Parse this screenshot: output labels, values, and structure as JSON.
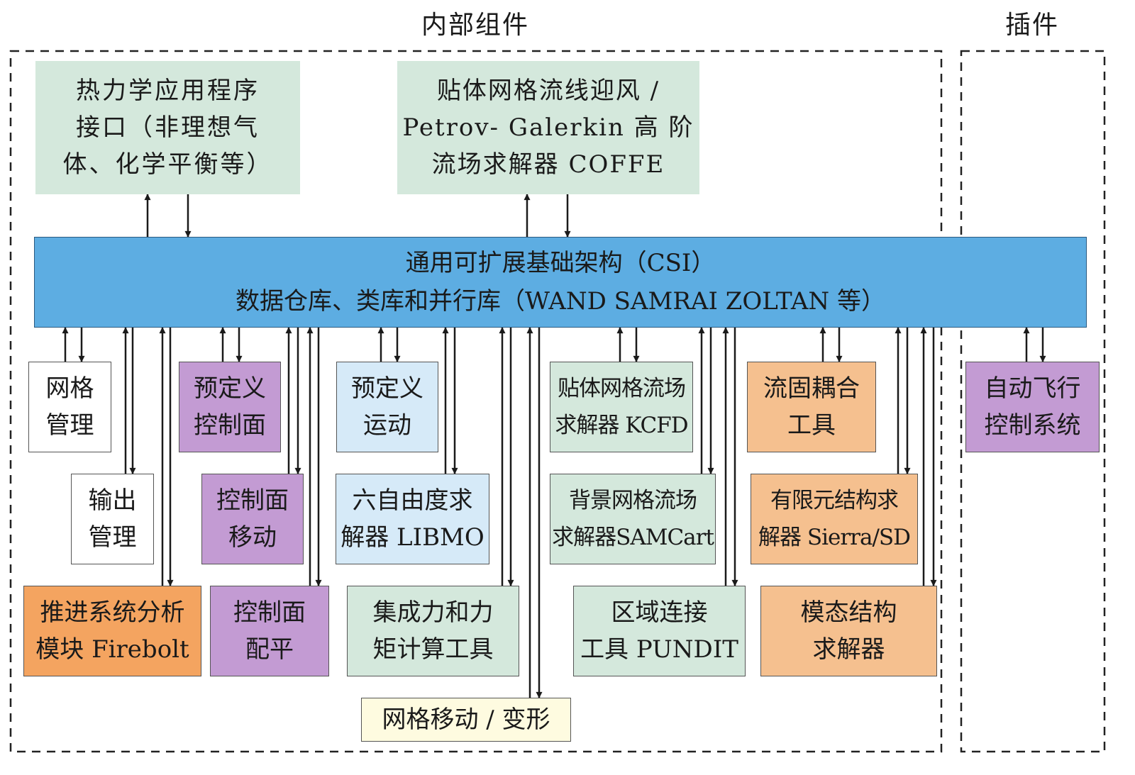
{
  "regions": {
    "internal_title": "内部组件",
    "plugin_title": "插件"
  },
  "bus": {
    "line1": "通用可扩展基础架构（CSI）",
    "line2": "数据仓库、类库和并行库（WAND SAMRAI ZOLTAN 等）",
    "color": "#5dade2"
  },
  "colors": {
    "green": "#d4e8dc",
    "purple": "#c39bd3",
    "light_blue": "#d6eaf8",
    "orange": "#f5c08f",
    "dark_orange": "#f4a460",
    "cream": "#fefbe0",
    "white": "#ffffff"
  },
  "modules": {
    "thermo": [
      "热力学应用程序",
      "接口（非理想气",
      "体、化学平衡等）"
    ],
    "coffe": [
      "贴体网格流线迎风 /",
      "Petrov- Galerkin 高 阶",
      "流场求解器 COFFE"
    ],
    "grid_mgmt": [
      "网格",
      "管理"
    ],
    "output_mgmt": [
      "输出",
      "管理"
    ],
    "firebolt": [
      "推进系统分析",
      "模块 Firebolt"
    ],
    "predef_ctrl": [
      "预定义",
      "控制面"
    ],
    "ctrl_move": [
      "控制面",
      "移动"
    ],
    "ctrl_trim": [
      "控制面",
      "配平"
    ],
    "predef_motion": [
      "预定义",
      "运动"
    ],
    "libmo": [
      "六自由度求",
      "解器 LIBMO"
    ],
    "force_moment": [
      "集成力和力",
      "矩计算工具"
    ],
    "mesh_deform": [
      "网格移动 / 变形"
    ],
    "kcfd": [
      "贴体网格流场",
      "求解器 KCFD"
    ],
    "samcart": [
      "背景网格流场",
      "求解器SAMCart"
    ],
    "pundit": [
      "区域连接",
      "工具 PUNDIT"
    ],
    "fsi": [
      "流固耦合",
      "工具"
    ],
    "sierra": [
      "有限元结构求",
      "解器 Sierra/SD"
    ],
    "modal": [
      "模态结构",
      "求解器"
    ],
    "flight_ctrl": [
      "自动飞行",
      "控制系统"
    ]
  }
}
